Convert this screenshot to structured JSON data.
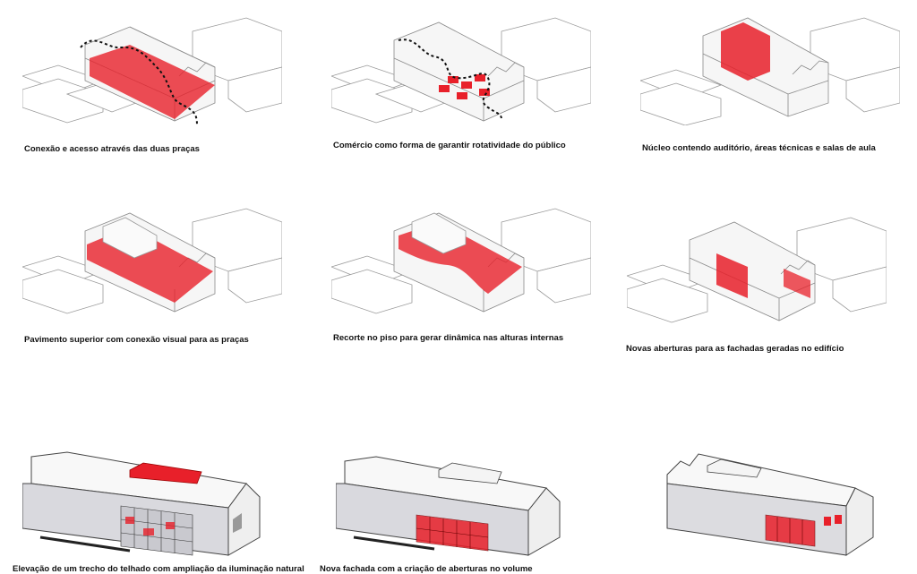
{
  "colors": {
    "accent": "#e8202a",
    "line": "#8a8a8a",
    "building": "#f2f2f2",
    "dark": "#3a3a3a"
  },
  "captions": {
    "p1": "Conexão e acesso através das duas praças",
    "p2": "Comércio como forma de garantir rotatividade do público",
    "p3": "Núcleo contendo auditório, áreas técnicas e salas de aula",
    "p4": "Pavimento superior com conexão visual para as praças",
    "p5": "Recorte no piso para gerar dinâmica nas alturas internas",
    "p6": "Novas aberturas para as fachadas geradas no edifício",
    "p7": "Elevação de um trecho do telhado com ampliação da iluminação natural",
    "p8": "Nova fachada com a criação de aberturas no volume"
  }
}
